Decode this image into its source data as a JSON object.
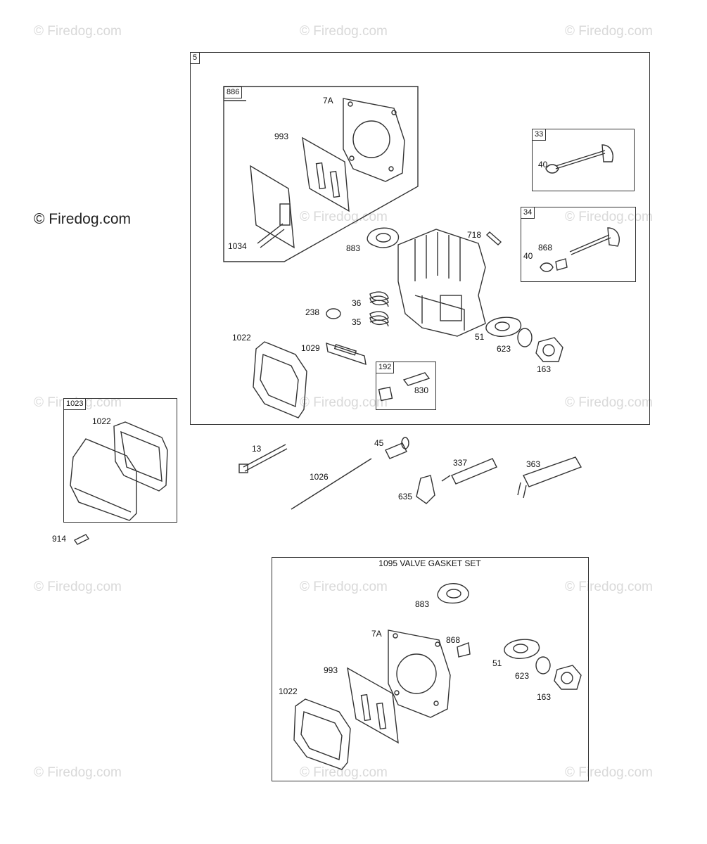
{
  "watermark": {
    "text": "© Firedog.com"
  },
  "main_watermark": "© Firedog.com",
  "groups": {
    "g5": "5",
    "g886": "886",
    "g33": "33",
    "g34": "34",
    "g192": "192",
    "g1023": "1023"
  },
  "set_title": "1095 VALVE GASKET SET",
  "labels": {
    "p7a": "7A",
    "p993": "993",
    "p1034": "1034",
    "p883": "883",
    "p718": "718",
    "p40a": "40",
    "p40b": "40",
    "p868": "868",
    "p36": "36",
    "p35": "35",
    "p238": "238",
    "p1022": "1022",
    "p1029": "1029",
    "p830": "830",
    "p51": "51",
    "p623": "623",
    "p163": "163",
    "p1022b": "1022",
    "p914": "914",
    "p13": "13",
    "p45": "45",
    "p1026": "1026",
    "p337": "337",
    "p635": "635",
    "p363": "363",
    "s883": "883",
    "s7a": "7A",
    "s868": "868",
    "s993": "993",
    "s51": "51",
    "s623": "623",
    "s1022": "1022",
    "s163": "163"
  }
}
